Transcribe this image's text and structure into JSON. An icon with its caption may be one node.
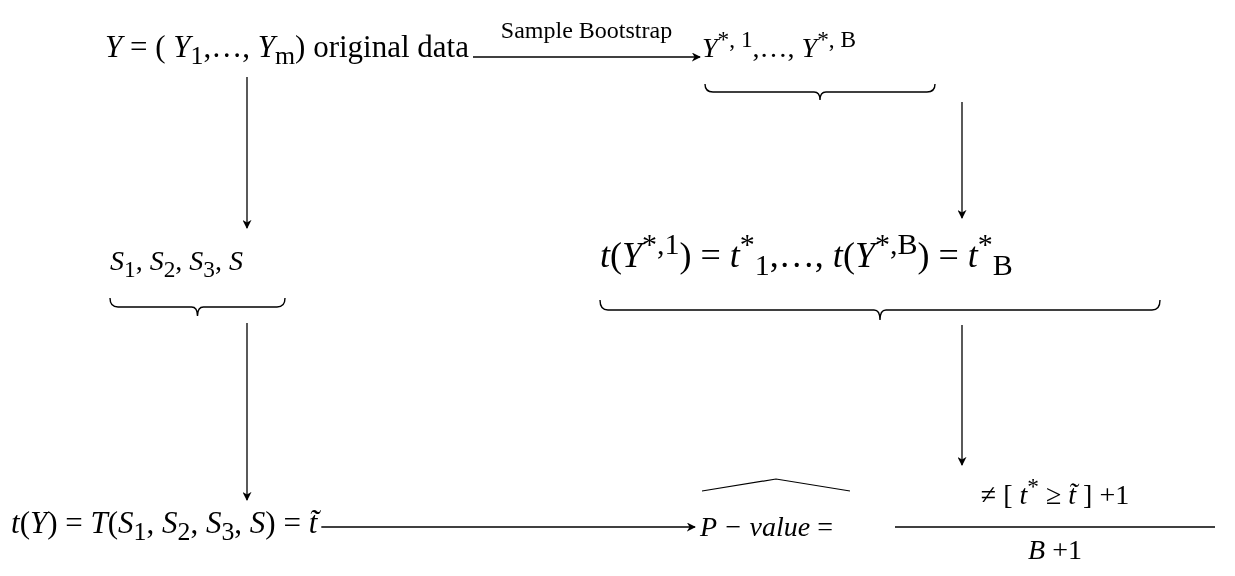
{
  "diagram": {
    "nodes": [
      {
        "text": [
          "*Y* = ( *Y*$_{1}$,…, *Y*$_{m}$)  original data"
        ]
      },
      {
        "text": [
          "*Y*$^{*, 1}$,…, *Y*$^{*, B}$"
        ]
      },
      {
        "text": [
          "*S*$_{1}$, *S*$_{2}$, *S*$_{3}$, *S*"
        ]
      },
      {
        "text": [
          "*t*(*Y*$^{*,1}$) = *t*$^{*}$$_{1}$,…, *t*(*Y*$^{*,B}$) = *t*$^{*}$$_{B}$"
        ]
      },
      {
        "text": [
          "*t*(*Y*) = *T*(*S*$_{1}$, *S*$_{2}$, *S*$_{3}$, *S*) = *t̃*"
        ]
      },
      {
        "text": [
          "*P − value* =",
          "≠ [ *t*$^{*}$ ≥ *t̃* ] +1",
          "*B* +1"
        ]
      }
    ],
    "edges": [
      {
        "from": 0,
        "to": 1,
        "arrow": "to",
        "label": "Sample Bootstrap"
      },
      {
        "from": 0,
        "to": 2,
        "arrow": "to"
      },
      {
        "from": 1,
        "to": 3,
        "arrow": "to"
      },
      {
        "from": 2,
        "to": 4,
        "arrow": "to"
      },
      {
        "from": 3,
        "to": 5,
        "arrow": "to"
      },
      {
        "from": 4,
        "to": 5,
        "arrow": "to"
      }
    ]
  }
}
